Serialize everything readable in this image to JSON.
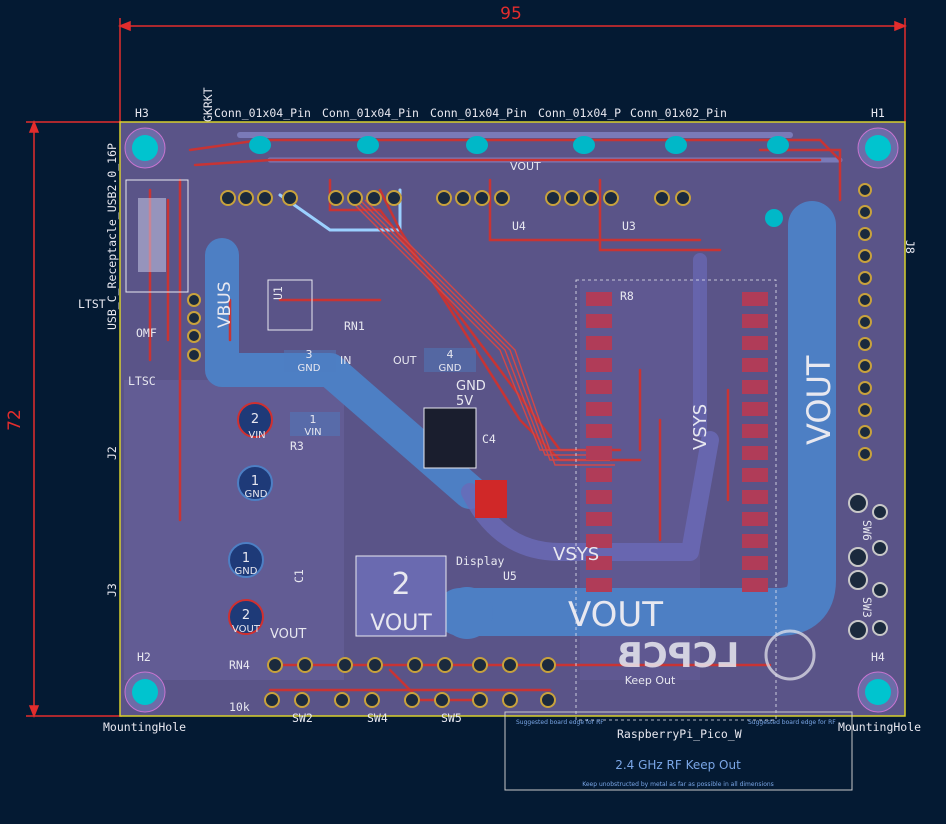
{
  "dimensions": {
    "width": "95",
    "height": "72"
  },
  "mounting_holes": {
    "h1": "H1",
    "h2": "H2",
    "h3": "H3",
    "h4": "H4",
    "label": "MountingHole"
  },
  "connectors": {
    "conn_a": "Conn_01x04_Pin",
    "conn_b": "Conn_01x04_Pin",
    "conn_c": "Conn_01x04_Pin",
    "conn_d": "Conn_01x04_P",
    "conn_e": "Conn_01x02_Pin",
    "usb": "USB_C_Receptacle_USB2.0_16P",
    "j2": "J2",
    "j3": "J3",
    "j8": "J8",
    "kr": "GKRKT"
  },
  "nets": {
    "vbus": "VBUS",
    "vout_big": "VOUT",
    "vout_vertical": "VOUT",
    "vsys_vertical": "VSYS",
    "vsys": "VSYS",
    "vout_trace": "VOUT",
    "vout_label": "VOUT"
  },
  "terminals": {
    "vin_num": "2",
    "vin": "VIN",
    "gnd1_num": "1",
    "gnd1": "GND",
    "gnd2_num": "1",
    "gnd2": "GND",
    "vout_num": "2",
    "vout": "VOUT"
  },
  "pads": {
    "p3": "3",
    "p3_gnd": "GND",
    "in": "IN",
    "out": "OUT",
    "p4": "4",
    "p4_gnd": "GND",
    "p1": "1",
    "p1_vin": "VIN",
    "gnd_box": "GND",
    "five_v": "5V",
    "pad2": "2",
    "pad2_vout": "VOUT"
  },
  "components": {
    "u1": "U1",
    "rn1": "RN1",
    "r3": "R3",
    "c4": "C4",
    "c1": "C1",
    "u3": "U3",
    "u4": "U4",
    "r8": "R8",
    "rn4": "RN4",
    "r10k": "10k",
    "u5": "U5",
    "lt": "LTST",
    "display": "Display",
    "one_m": "OMF",
    "ltsc": "LTSC"
  },
  "switches": {
    "sw2": "SW2",
    "sw4": "SW4",
    "sw5": "SW5",
    "sw6": "SW6",
    "sw3": "SW3"
  },
  "pico": {
    "name": "RaspberryPi_Pico_W",
    "keepout_title": "2.4 GHz RF Keep Out",
    "keepout_note": "Keep unobstructed by metal as far as possible in all dimensions",
    "edge_note_left": "Suggested board edge for RF",
    "edge_note_right": "Suggested board edge for RF",
    "keepout_small": "Keep Out"
  },
  "logo": "LCPCB",
  "colors": {
    "background": "#041a33",
    "board_fill": "#5a5488",
    "front_copper": "#c83434",
    "back_copper": "#4d7fc4",
    "dimension": "#e32d2d",
    "pad_cyan": "#00b8c8",
    "silkscreen": "#e8e8f0"
  }
}
